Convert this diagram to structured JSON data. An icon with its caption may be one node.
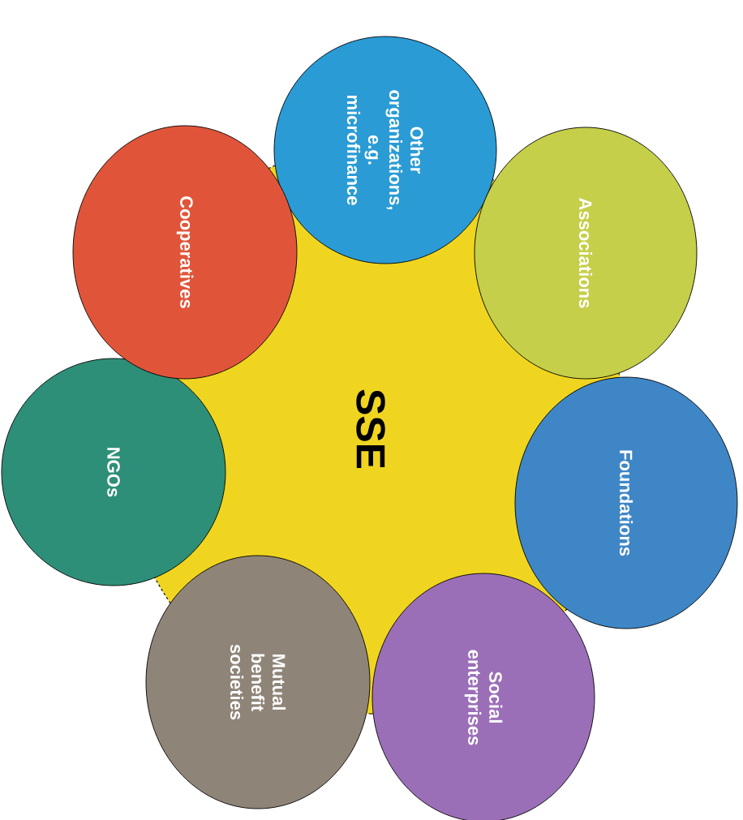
{
  "diagram": {
    "nodes": [
      {
        "text": [
          "SSE"
        ]
      },
      {
        "text": [
          "Other organizations, e.g. microfinance"
        ]
      },
      {
        "text": [
          "Associations"
        ]
      },
      {
        "text": [
          "Foundations"
        ]
      },
      {
        "text": [
          "Social enterprises"
        ]
      },
      {
        "text": [
          "Mutual benefit societies"
        ]
      },
      {
        "text": [
          "NGOs"
        ]
      },
      {
        "text": [
          "Cooperatives"
        ]
      }
    ]
  }
}
